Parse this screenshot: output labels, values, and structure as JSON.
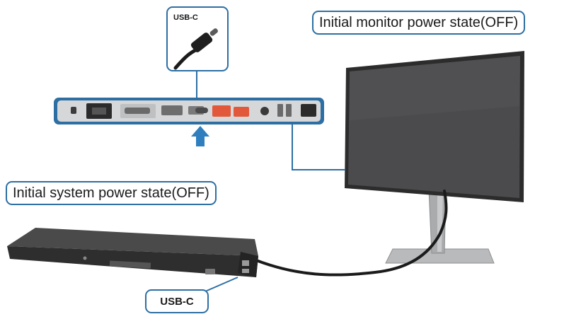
{
  "callouts": {
    "monitor_power_state": "Initial monitor power state(OFF)",
    "system_power_state": "Initial system power state(OFF)",
    "usb_c_top": "USB-C",
    "usb_c_bottom": "USB-C"
  },
  "colors": {
    "callout_border": "#2d6fa3",
    "arrow": "#2f7fbf",
    "monitor_screen": "#4a4a4a",
    "monitor_frame": "#2c2c2c",
    "stand": "#a9abad",
    "dock_body": "#3a3a3a",
    "port_panel": "#d8d9da",
    "port_orange": "#e2583a"
  }
}
